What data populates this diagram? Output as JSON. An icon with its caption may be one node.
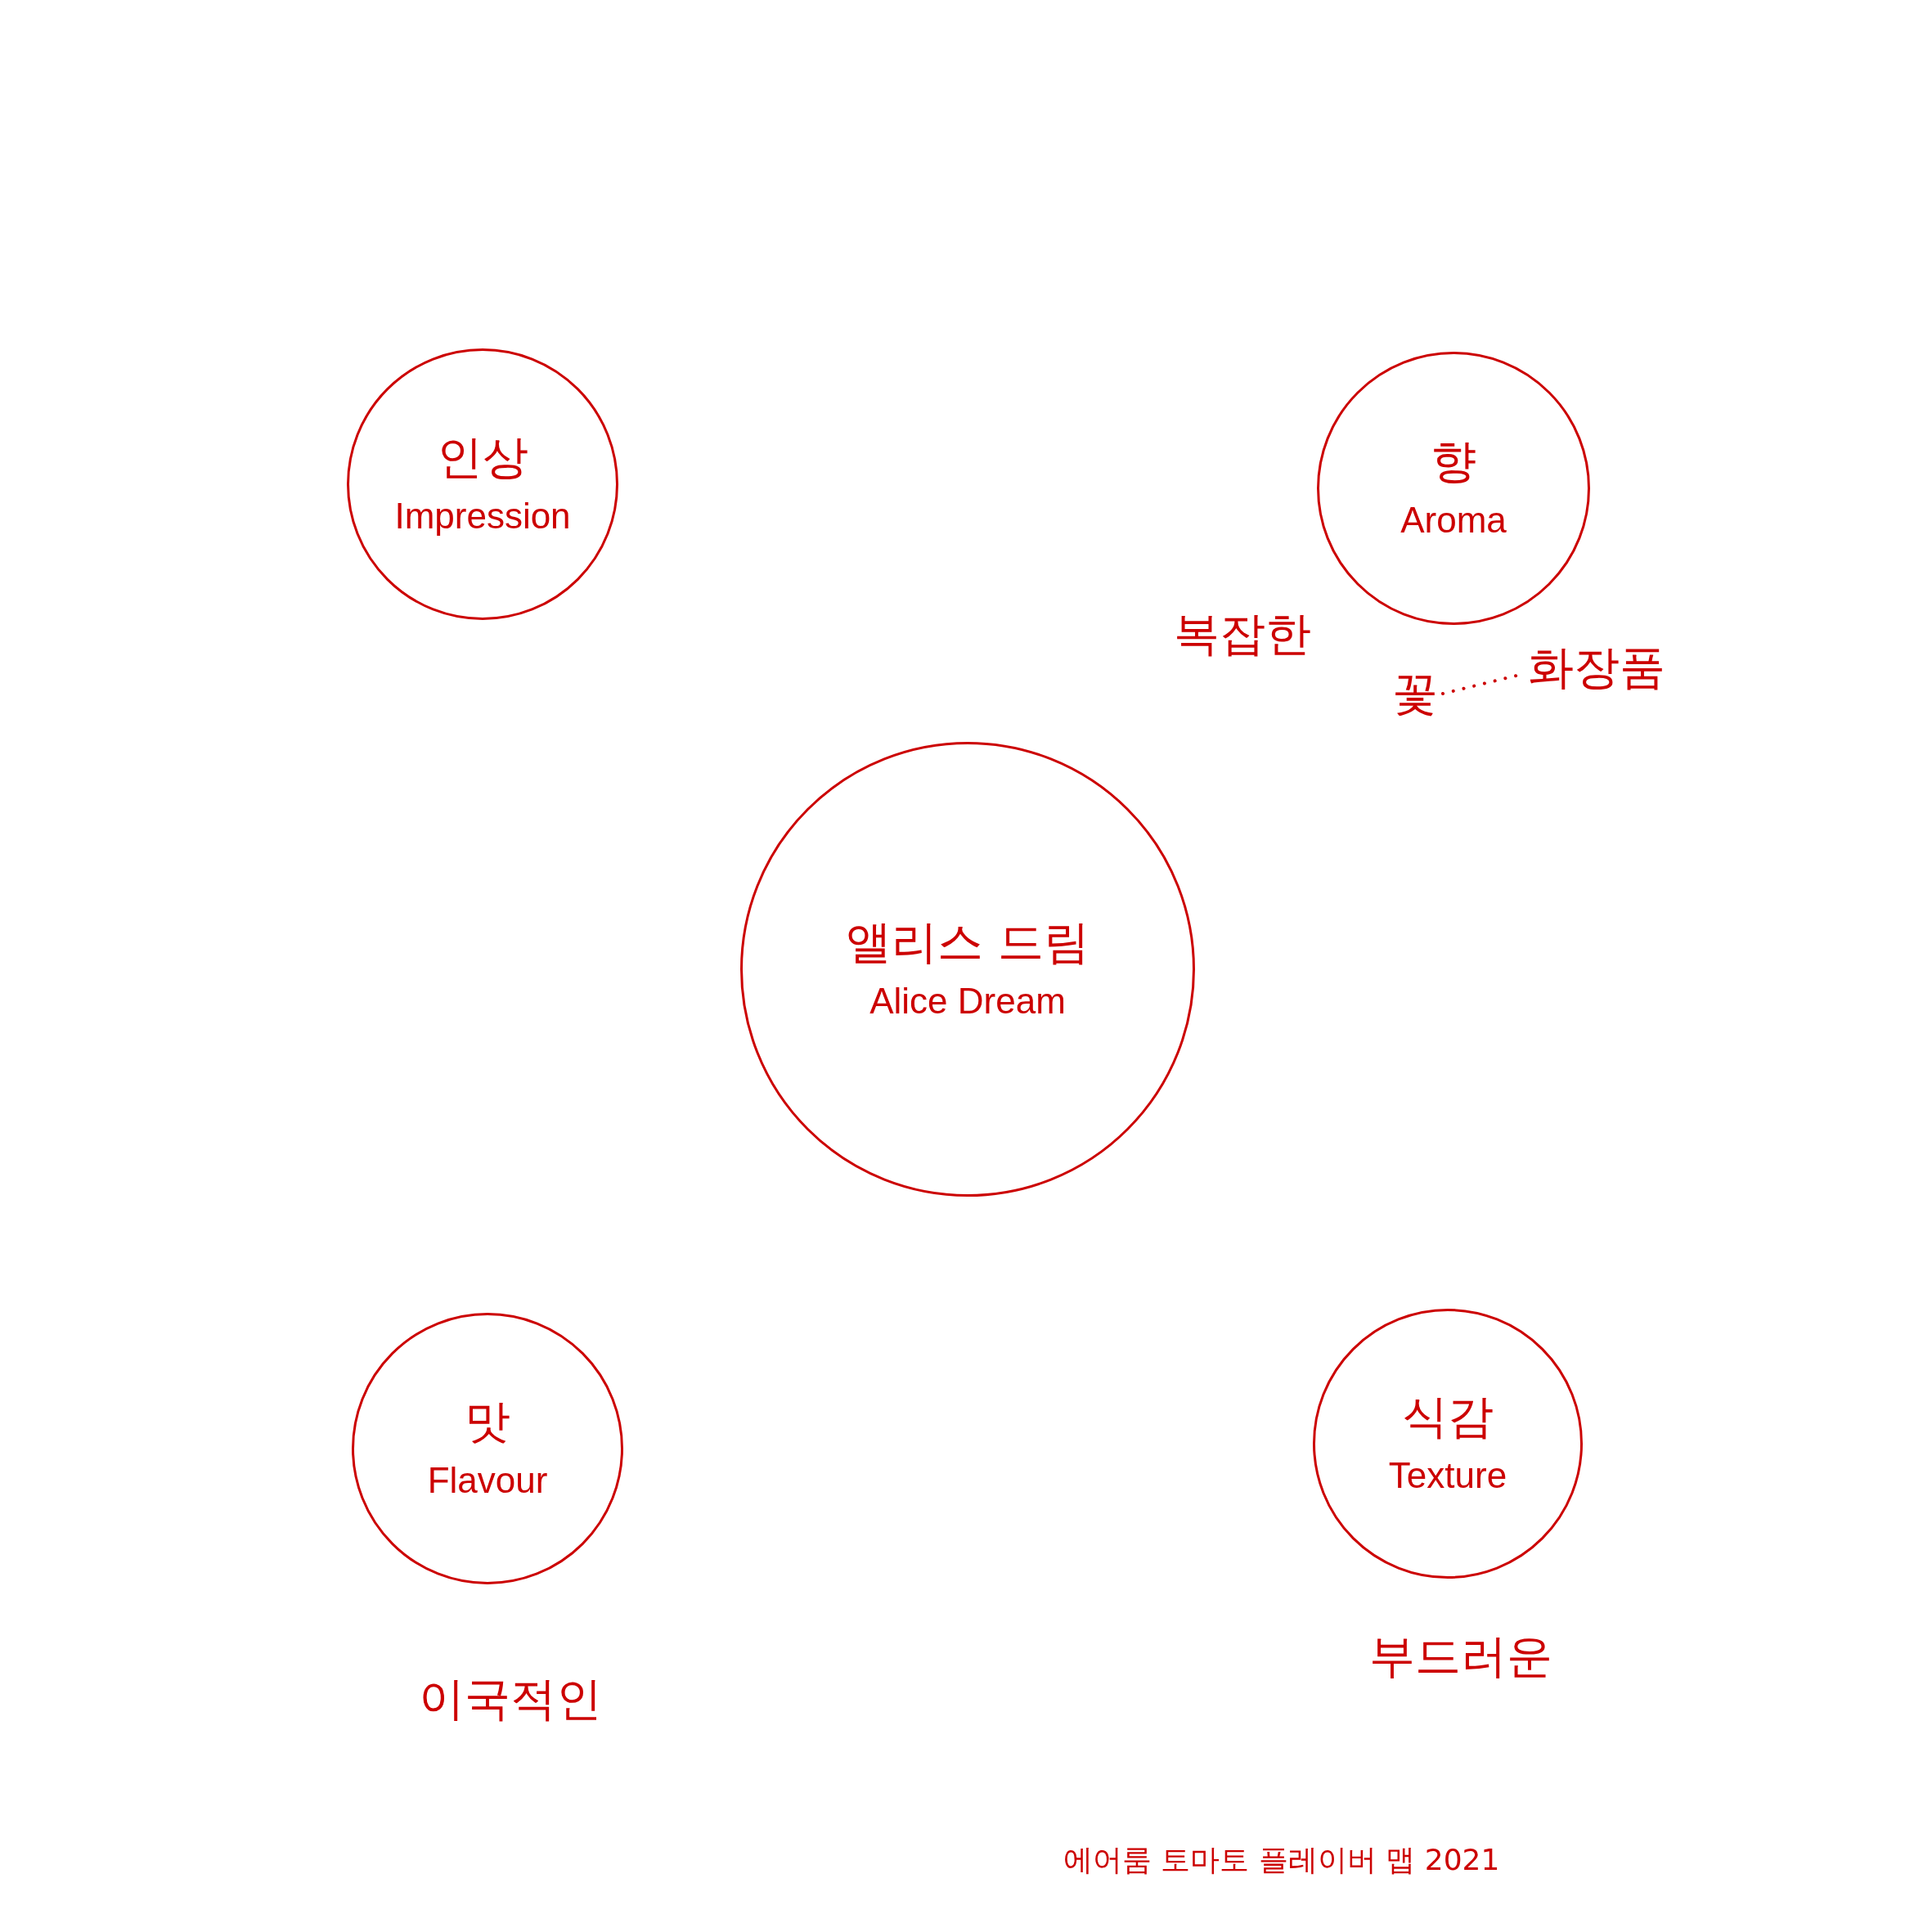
{
  "diagram": {
    "nodes": [
      {
        "text": [
          "인상",
          "Impression"
        ]
      },
      {
        "text": [
          "향",
          "Aroma"
        ]
      },
      {
        "text": [
          "꽃"
        ]
      },
      {
        "text": [
          "화장품"
        ]
      },
      {
        "text": [
          "앨리스 드림",
          "Alice Dream"
        ]
      },
      {
        "text": [
          "맛",
          "Flavour"
        ]
      },
      {
        "text": [
          "식감",
          "Texture"
        ]
      }
    ],
    "edges": [
      {
        "from": 2,
        "to": 3,
        "arrow": "none",
        "style": "dashed"
      }
    ],
    "labels": [
      "복잡한",
      "이국적인",
      "부드러운",
      "에어룸 토마토 플레이버 맵 2021"
    ]
  }
}
